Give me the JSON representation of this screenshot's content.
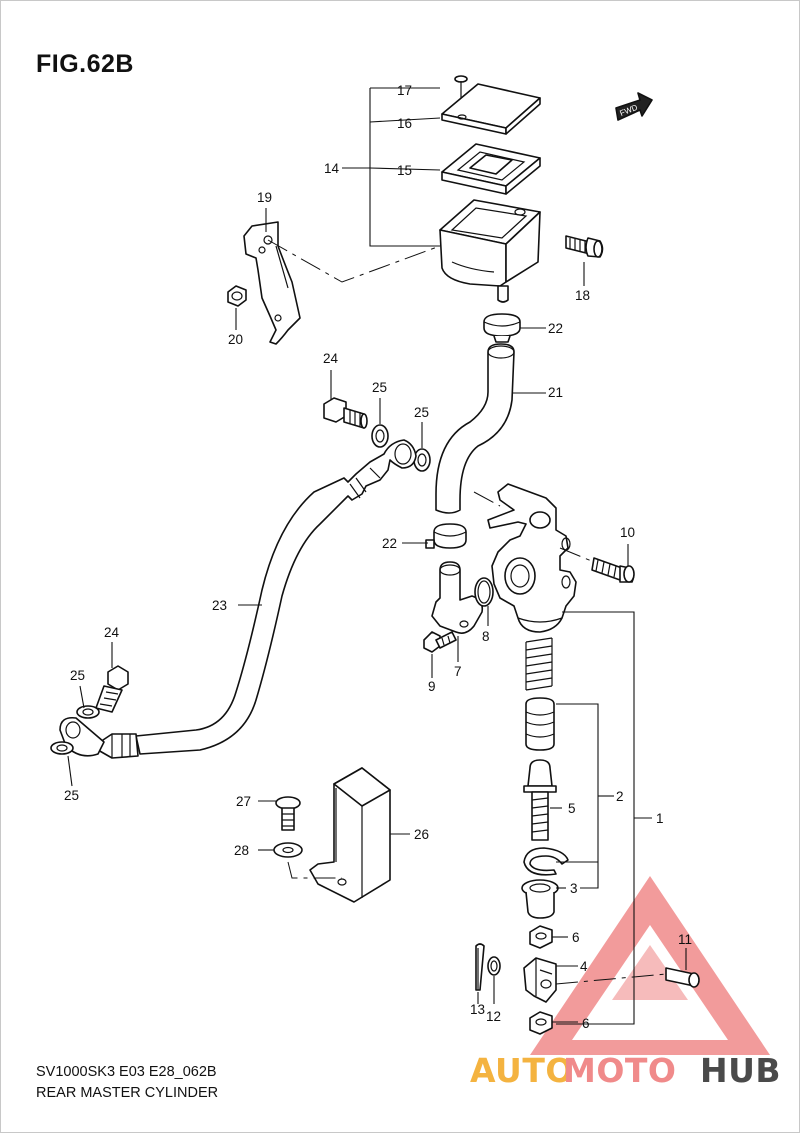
{
  "figure": {
    "title": "FIG.62B",
    "model_code": "SV1000SK3 E03 E28_062B",
    "assembly_name": "REAR MASTER CYLINDER",
    "direction_label": "FWD"
  },
  "callouts": {
    "p1": "1",
    "p2": "2",
    "p3": "3",
    "p4": "4",
    "p5": "5",
    "p6a": "6",
    "p6b": "6",
    "p7": "7",
    "p8": "8",
    "p9": "9",
    "p10": "10",
    "p11": "11",
    "p12": "12",
    "p13": "13",
    "p14": "14",
    "p15": "15",
    "p16": "16",
    "p17": "17",
    "p18": "18",
    "p19": "19",
    "p20": "20",
    "p21": "21",
    "p22a": "22",
    "p22b": "22",
    "p23": "23",
    "p24a": "24",
    "p24b": "24",
    "p25a": "25",
    "p25b": "25",
    "p25c": "25",
    "p25d": "25",
    "p26": "26",
    "p27": "27",
    "p28": "28"
  },
  "watermark": {
    "auto": "AUTO",
    "moto": "MOTO",
    "hub": "HUB",
    "color_triangle": "#f08a8a",
    "color_auto": "#f4b340",
    "color_moto": "#f08a8a",
    "color_hub": "#4a4a4a"
  }
}
